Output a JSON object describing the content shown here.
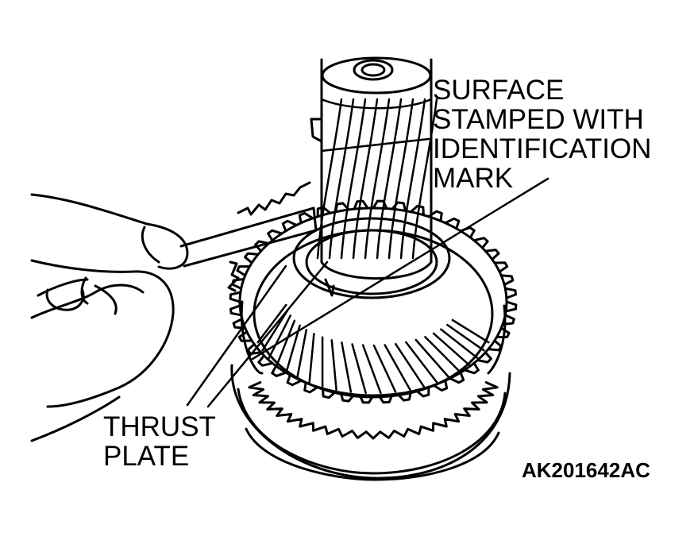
{
  "labels": {
    "surface_callout": [
      "SURFACE",
      "STAMPED WITH",
      "IDENTIFICATION",
      "MARK"
    ],
    "thrust_callout": [
      "THRUST",
      "PLATE"
    ],
    "figure_code": "AK201642AC"
  },
  "icons": [
    "gear-icon",
    "hand-icon",
    "feeler-gauge-icon"
  ],
  "colors": {
    "ink": "#000000",
    "paper": "#ffffff"
  }
}
